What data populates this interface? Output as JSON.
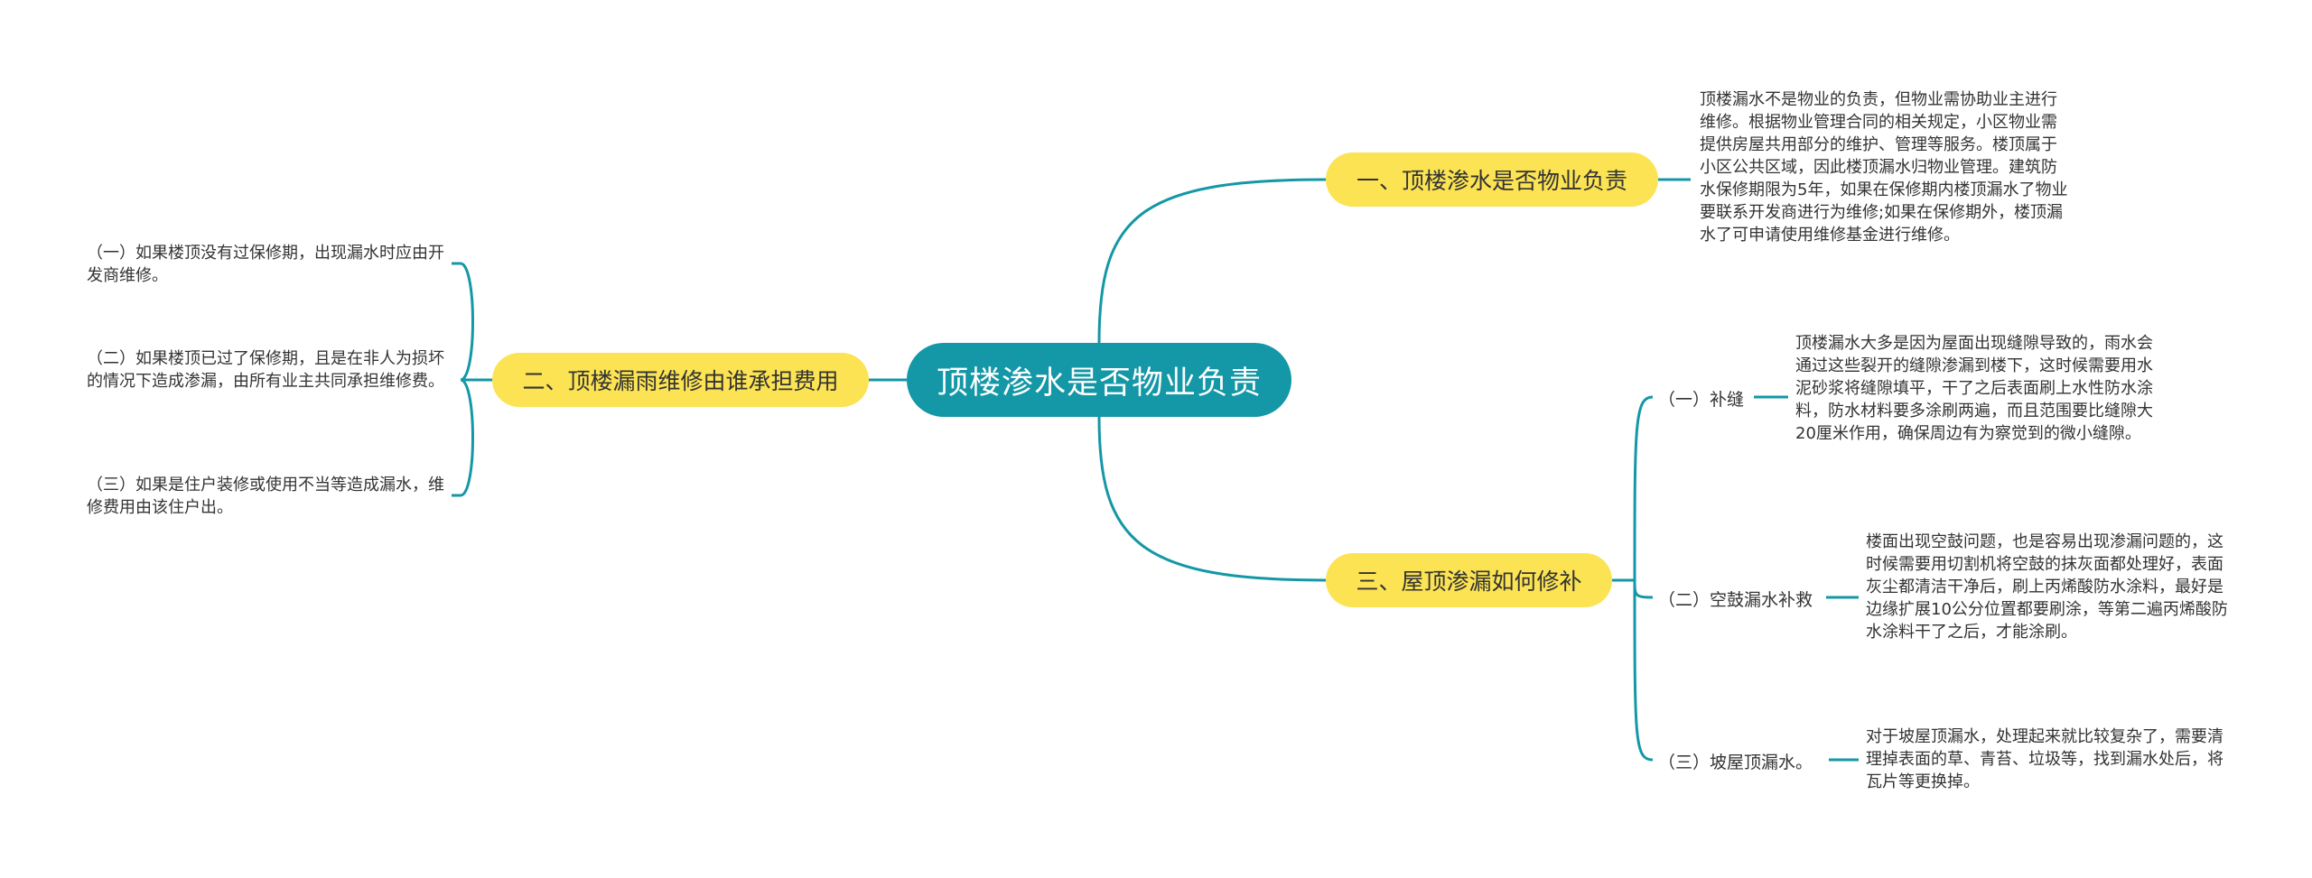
{
  "mindmap": {
    "root": "顶楼渗水是否物业负责",
    "branch1": {
      "label": "一、顶楼渗水是否物业负责",
      "text": "顶楼漏水不是物业的负责，但物业需协助业主进行维修。根据物业管理合同的相关规定，小区物业需提供房屋共用部分的维护、管理等服务。楼顶属于小区公共区域，因此楼顶漏水归物业管理。建筑防水保修期限为5年，如果在保修期内楼顶漏水了物业要联系开发商进行为维修;如果在保修期外，楼顶漏水了可申请使用维修基金进行维修。"
    },
    "branch2": {
      "label": "二、顶楼漏雨维修由谁承担费用",
      "items": [
        "（一）如果楼顶没有过保修期，出现漏水时应由开发商维修。",
        "（二）如果楼顶已过了保修期，且是在非人为损坏的情况下造成渗漏，由所有业主共同承担维修费。",
        "（三）如果是住户装修或使用不当等造成漏水，维修费用由该住户出。"
      ]
    },
    "branch3": {
      "label": "三、屋顶渗漏如何修补",
      "subs": [
        {
          "label": "（一）补缝",
          "text": "顶楼漏水大多是因为屋面出现缝隙导致的，雨水会通过这些裂开的缝隙渗漏到楼下，这时候需要用水泥砂浆将缝隙填平，干了之后表面刷上水性防水涂料，防水材料要多涂刷两遍，而且范围要比缝隙大20厘米作用，确保周边有为察觉到的微小缝隙。"
        },
        {
          "label": "（二）空鼓漏水补救",
          "text": "楼面出现空鼓问题，也是容易出现渗漏问题的，这时候需要用切割机将空鼓的抹灰面都处理好，表面灰尘都清洁干净后，刷上丙烯酸防水涂料，最好是边缘扩展10公分位置都要刷涂，等第二遍丙烯酸防水涂料干了之后，才能涂刷。"
        },
        {
          "label": "（三）坡屋顶漏水。",
          "text": "对于坡屋顶漏水，处理起来就比较复杂了，需要清理掉表面的草、青苔、垃圾等，找到漏水处后，将瓦片等更换掉。"
        }
      ]
    }
  },
  "colors": {
    "root_bg": "#1497a6",
    "branch_bg": "#fbe353",
    "line": "#1497a6",
    "text": "#333333"
  }
}
